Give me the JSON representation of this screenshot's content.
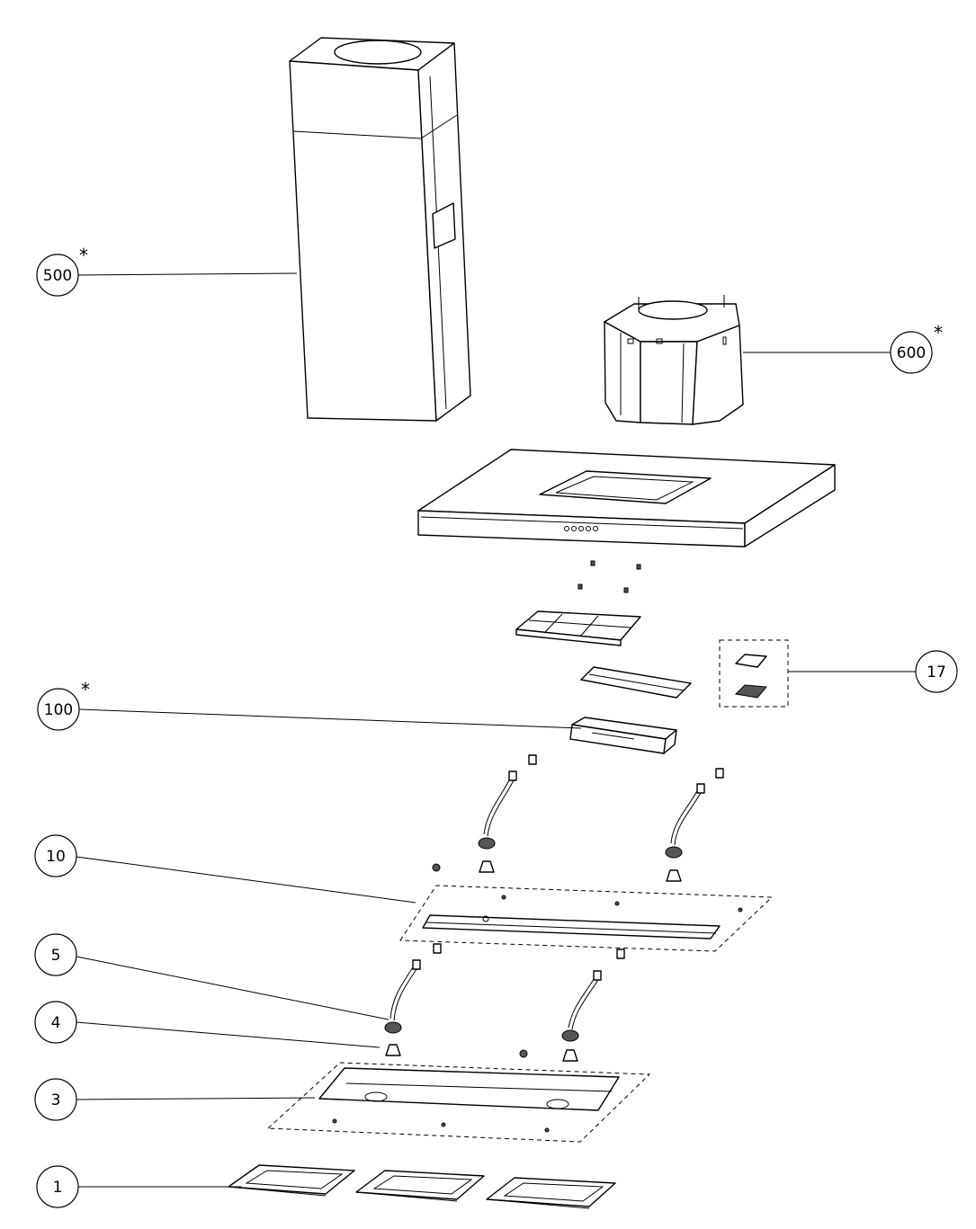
{
  "callouts": [
    {
      "id": "c500",
      "label": "500",
      "asterisk": "*"
    },
    {
      "id": "c600",
      "label": "600",
      "asterisk": "*"
    },
    {
      "id": "c17",
      "label": "17",
      "asterisk": ""
    },
    {
      "id": "c100",
      "label": "100",
      "asterisk": "*"
    },
    {
      "id": "c10",
      "label": "10",
      "asterisk": ""
    },
    {
      "id": "c5",
      "label": "5",
      "asterisk": ""
    },
    {
      "id": "c4",
      "label": "4",
      "asterisk": ""
    },
    {
      "id": "c3",
      "label": "3",
      "asterisk": ""
    },
    {
      "id": "c1",
      "label": "1",
      "asterisk": ""
    }
  ]
}
